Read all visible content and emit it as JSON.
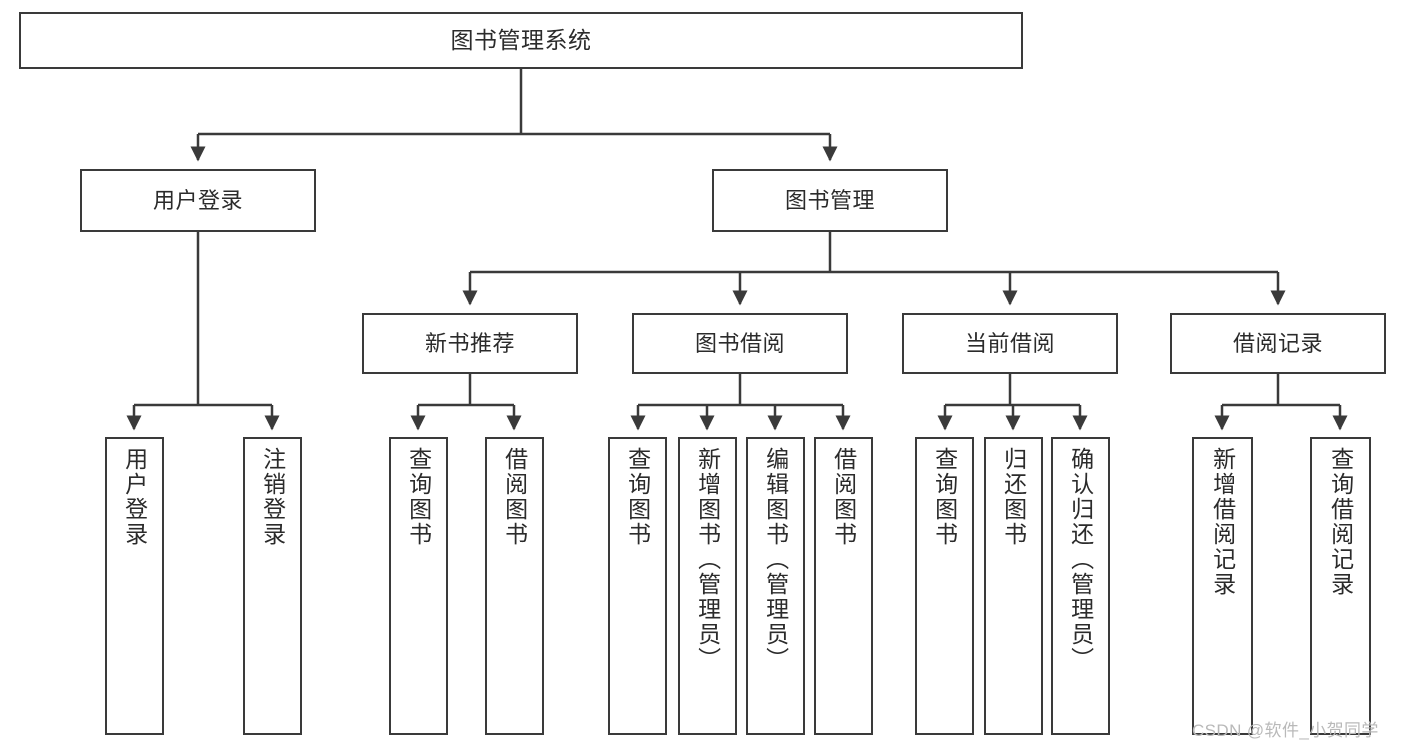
{
  "diagram": {
    "title": "图书管理系统",
    "type": "tree-hierarchy-diagram",
    "colors": {
      "box_border": "#3a3a3a",
      "box_fill": "#ffffff",
      "connector": "#3a3a3a",
      "text": "#2b2b2b",
      "watermark": "#b9b9b9",
      "background": "#ffffff"
    },
    "root": {
      "label": "图书管理系统"
    },
    "level2": [
      {
        "id": "user-login",
        "label": "用户登录"
      },
      {
        "id": "book-management",
        "label": "图书管理"
      }
    ],
    "level3": [
      {
        "id": "new-book-recommend",
        "label": "新书推荐"
      },
      {
        "id": "book-borrow",
        "label": "图书借阅"
      },
      {
        "id": "current-borrow",
        "label": "当前借阅"
      },
      {
        "id": "borrow-record",
        "label": "借阅记录"
      }
    ],
    "leaves": {
      "user_login": [
        {
          "id": "leaf-user-login",
          "label": "用户登录"
        },
        {
          "id": "leaf-logout-login",
          "label": "注销登录"
        }
      ],
      "new_book_recommend": [
        {
          "id": "leaf-query-book-1",
          "label": "查询图书"
        },
        {
          "id": "leaf-borrow-book-1",
          "label": "借阅图书"
        }
      ],
      "book_borrow": [
        {
          "id": "leaf-query-book-2",
          "label": "查询图书"
        },
        {
          "id": "leaf-add-book",
          "label": "新增图书（管理员）"
        },
        {
          "id": "leaf-edit-book",
          "label": "编辑图书（管理员）"
        },
        {
          "id": "leaf-borrow-book-2",
          "label": "借阅图书"
        }
      ],
      "current_borrow": [
        {
          "id": "leaf-query-book-3",
          "label": "查询图书"
        },
        {
          "id": "leaf-return-book",
          "label": "归还图书"
        },
        {
          "id": "leaf-confirm-return",
          "label": "确认归还（管理员）"
        }
      ],
      "borrow_record": [
        {
          "id": "leaf-add-record",
          "label": "新增借阅记录"
        },
        {
          "id": "leaf-query-record",
          "label": "查询借阅记录"
        }
      ]
    }
  },
  "watermark": {
    "text": "CSDN @软件_小贺同学"
  }
}
